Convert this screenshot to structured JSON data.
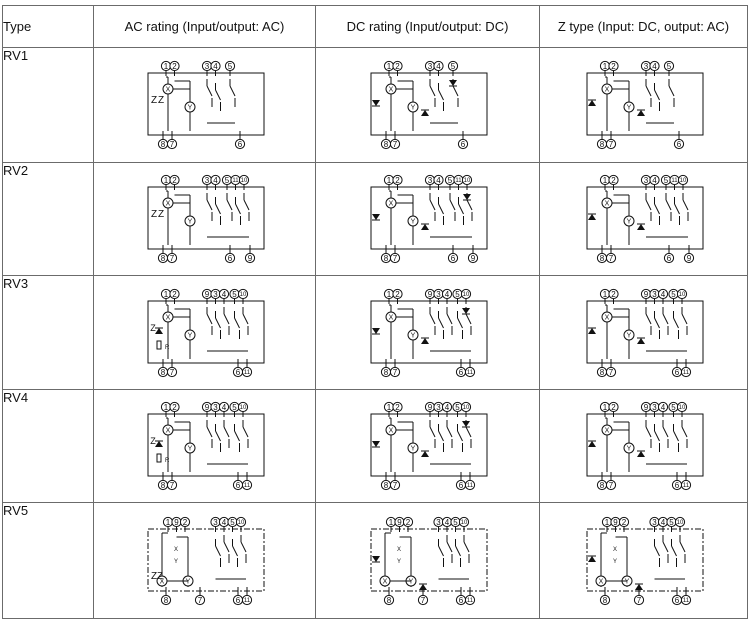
{
  "header": {
    "type": "Type",
    "columns": [
      "AC rating (Input/output: AC)",
      "DC rating (Input/output: DC)",
      "Z type (Input: DC, output: AC)"
    ]
  },
  "rows": [
    {
      "label": "RV1",
      "top_terminals": [
        "1",
        "2",
        "3",
        "4",
        "5"
      ],
      "bottom_terminals": [
        "8",
        "7",
        "6"
      ],
      "coils": [
        "X",
        "Y"
      ]
    },
    {
      "label": "RV2",
      "top_terminals": [
        "1",
        "2",
        "3",
        "4",
        "5",
        "11",
        "10"
      ],
      "bottom_terminals": [
        "8",
        "7",
        "6",
        "9"
      ],
      "coils": [
        "X",
        "Y"
      ]
    },
    {
      "label": "RV3",
      "top_terminals": [
        "1",
        "2",
        "9",
        "3",
        "4",
        "5",
        "10"
      ],
      "bottom_terminals": [
        "8",
        "7",
        "6",
        "11"
      ],
      "coils": [
        "X",
        "Y"
      ],
      "extra_marks": [
        "R",
        "Z"
      ]
    },
    {
      "label": "RV4",
      "top_terminals": [
        "1",
        "2",
        "9",
        "3",
        "4",
        "5",
        "10"
      ],
      "bottom_terminals": [
        "8",
        "7",
        "6",
        "11"
      ],
      "coils": [
        "X",
        "Y"
      ],
      "extra_marks": [
        "R",
        "Z"
      ]
    },
    {
      "label": "RV5",
      "top_terminals": [
        "1",
        "9",
        "2",
        "3",
        "4",
        "5",
        "10"
      ],
      "bottom_terminals": [
        "8",
        "7",
        "6",
        "11"
      ],
      "coils": [
        "X",
        "Y"
      ],
      "side_marks": [
        "X",
        "Y"
      ]
    }
  ],
  "colors": {
    "line": "#111111",
    "border": "#6b6b6b",
    "background": "#ffffff"
  }
}
